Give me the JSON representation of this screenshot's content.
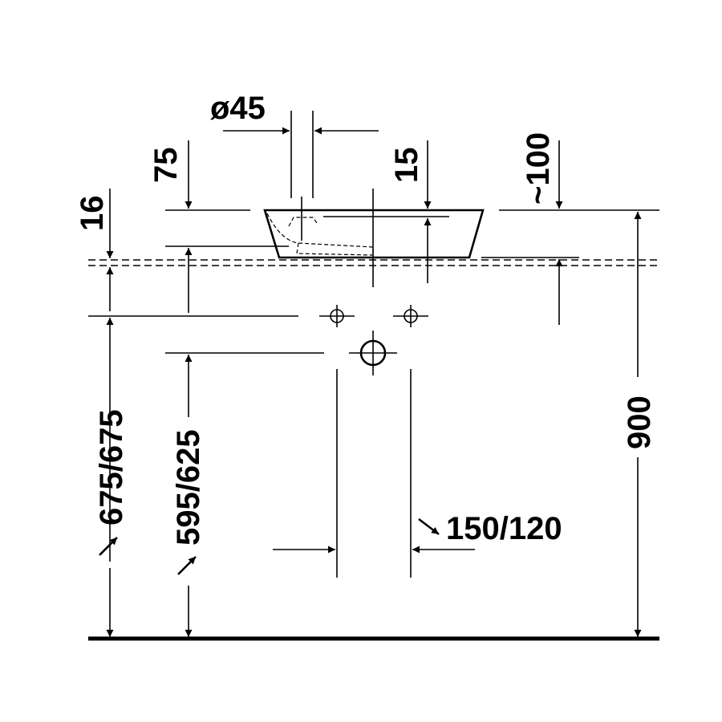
{
  "drawing": {
    "dimensions": {
      "drain_diameter": "ø45",
      "basin_height": "75",
      "overflow_offset": "15",
      "projection": "~100",
      "wall_thickness": "16",
      "supply_height": "675/675",
      "drain_height": "595/625",
      "rim_height": "900",
      "supply_spacing": "150/120"
    }
  }
}
